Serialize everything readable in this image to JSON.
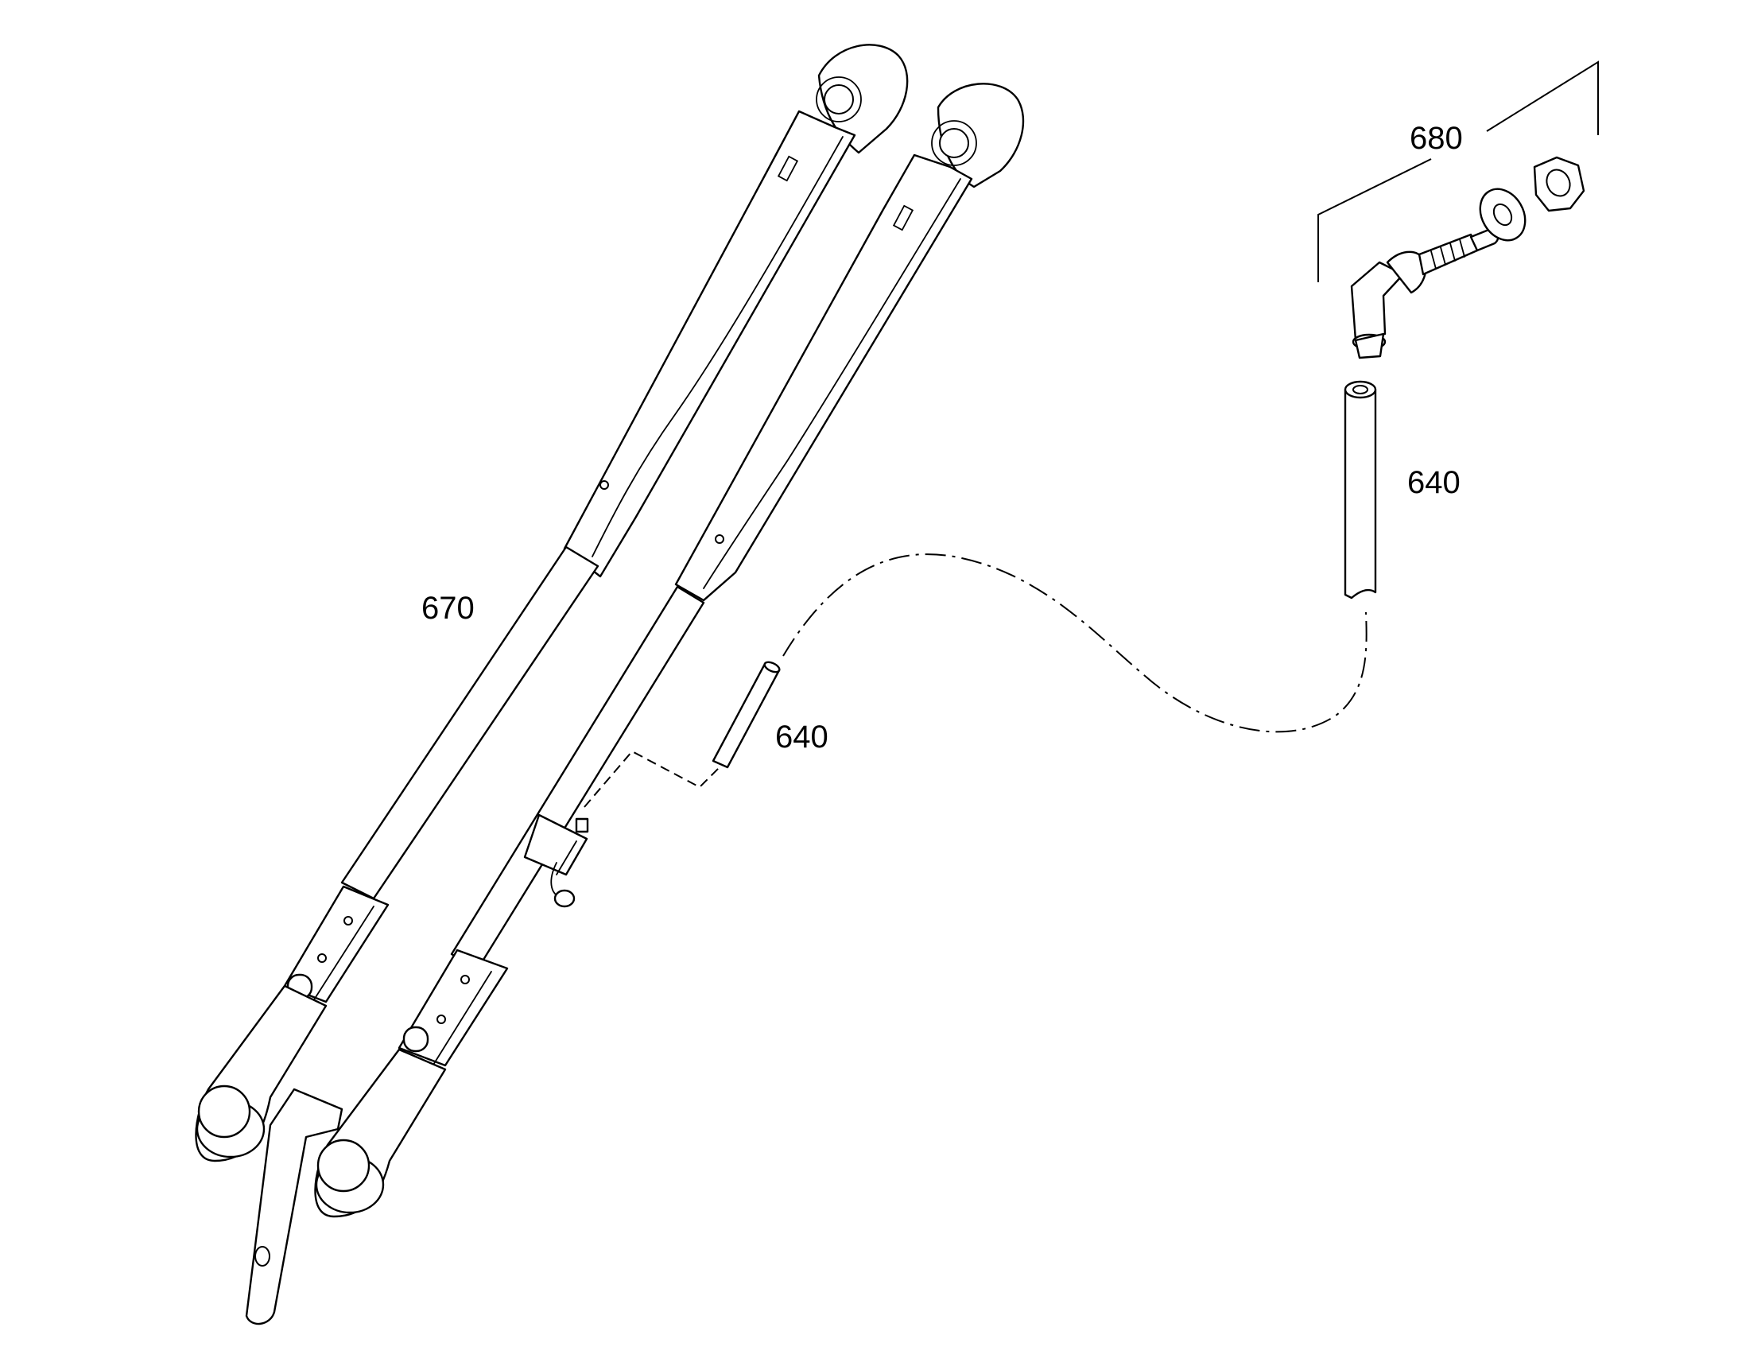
{
  "diagram": {
    "labels": {
      "wiper_arms": "670",
      "washer_jet_kit": "680",
      "hose_upper": "640",
      "hose_lower": "640"
    }
  }
}
